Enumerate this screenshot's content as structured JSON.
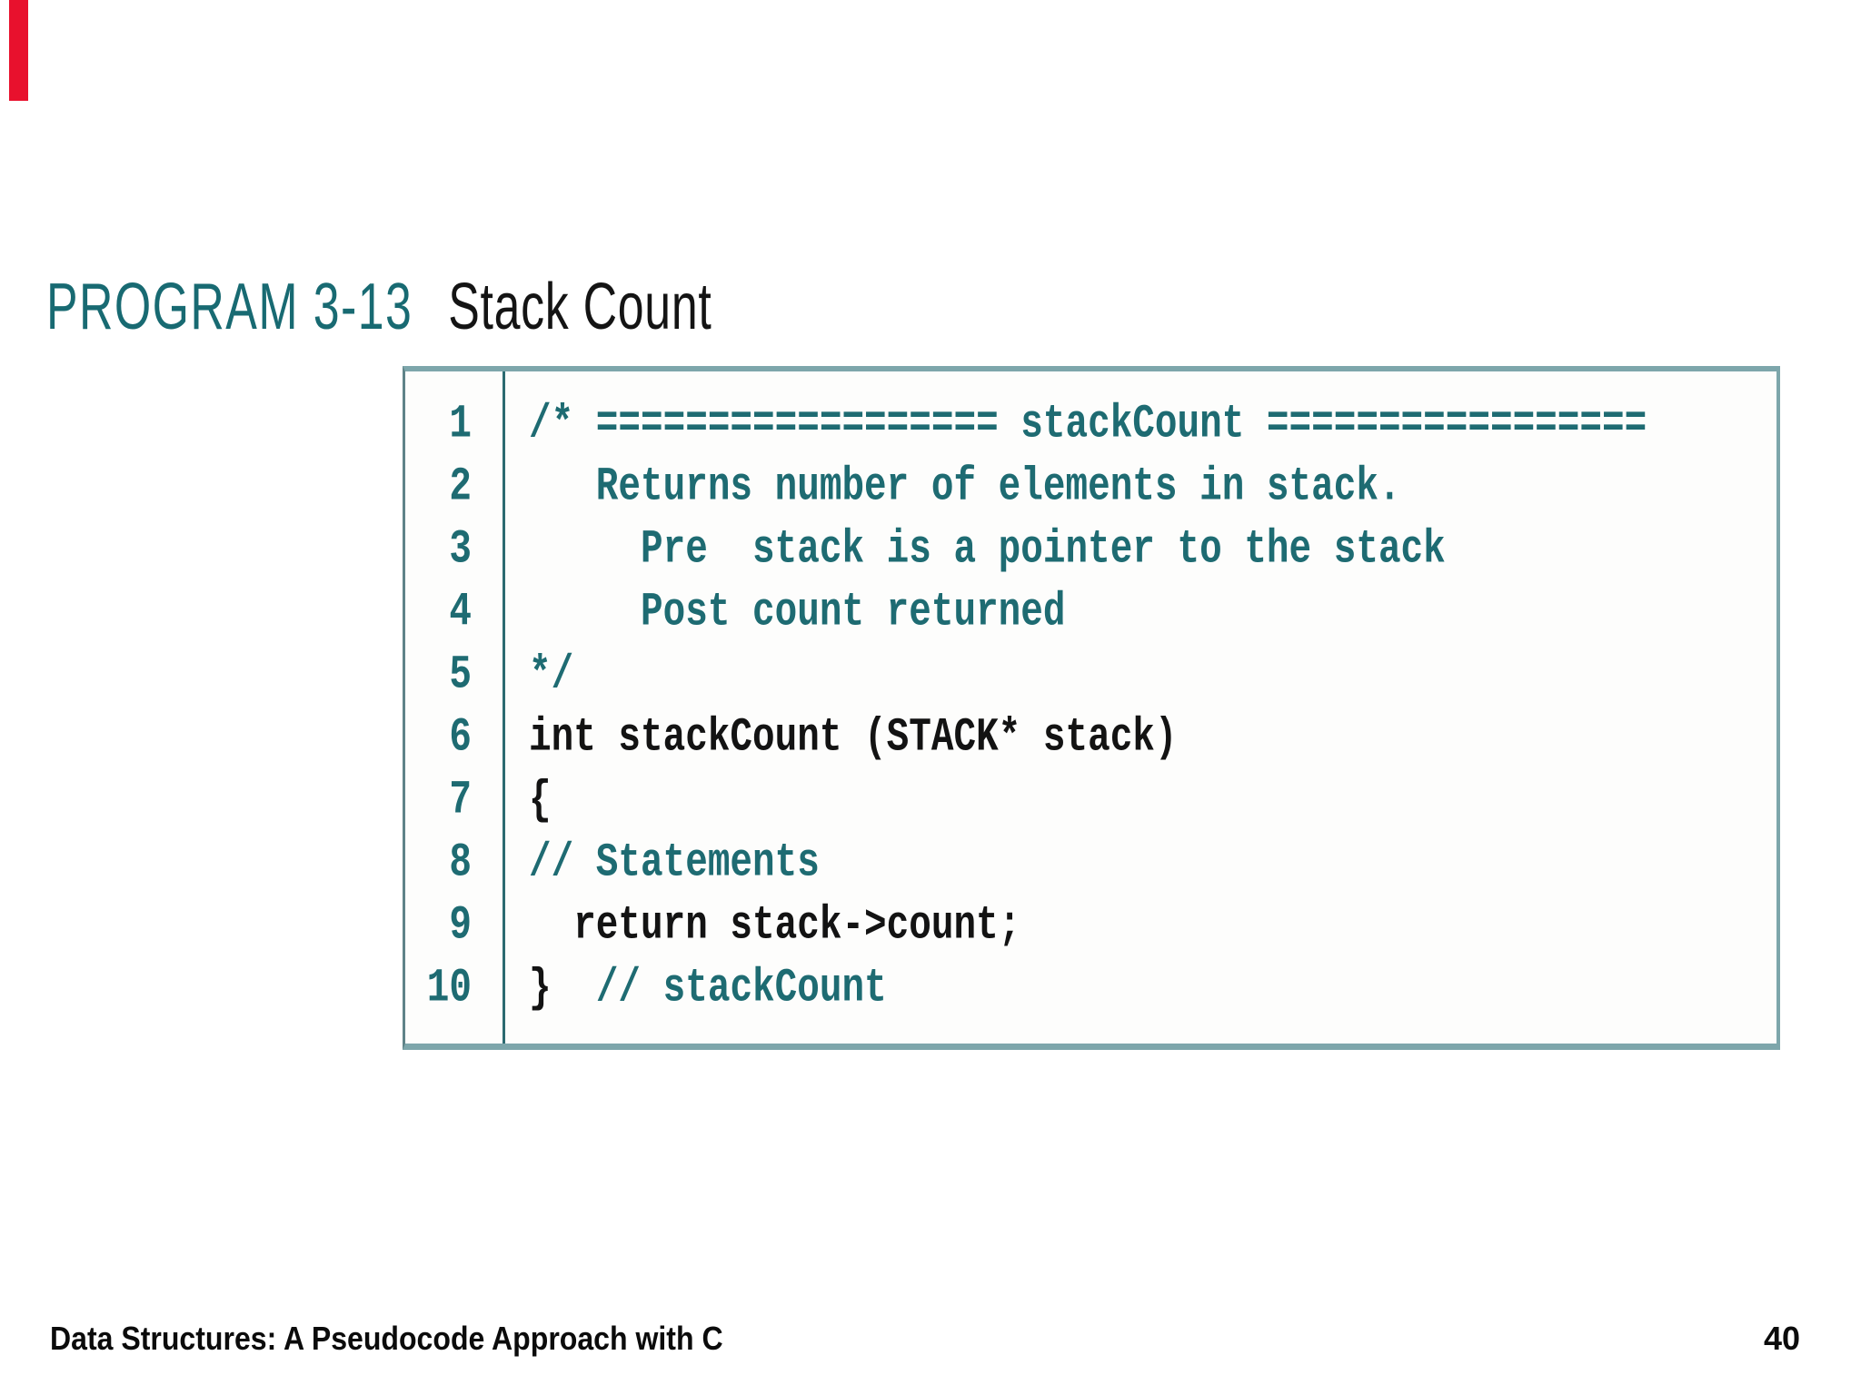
{
  "title": {
    "program_label": "PROGRAM 3-13",
    "program_name": "Stack Count"
  },
  "code_listing": {
    "lines": [
      {
        "number": "1",
        "segments": [
          {
            "type": "comment",
            "text": "/* ================== stackCount ================="
          }
        ]
      },
      {
        "number": "2",
        "segments": [
          {
            "type": "comment",
            "text": "   Returns number of elements in stack."
          }
        ]
      },
      {
        "number": "3",
        "segments": [
          {
            "type": "comment",
            "text": "     Pre  stack is a pointer to the stack"
          }
        ]
      },
      {
        "number": "4",
        "segments": [
          {
            "type": "comment",
            "text": "     Post count returned"
          }
        ]
      },
      {
        "number": "5",
        "segments": [
          {
            "type": "comment",
            "text": "*/"
          }
        ]
      },
      {
        "number": "6",
        "segments": [
          {
            "type": "code",
            "text": "int stackCount (STACK* stack)"
          }
        ]
      },
      {
        "number": "7",
        "segments": [
          {
            "type": "code",
            "text": "{"
          }
        ]
      },
      {
        "number": "8",
        "segments": [
          {
            "type": "comment",
            "text": "// Statements"
          }
        ]
      },
      {
        "number": "9",
        "segments": [
          {
            "type": "code",
            "text": "  return stack->count;"
          }
        ]
      },
      {
        "number": "10",
        "segments": [
          {
            "type": "code",
            "text": "}"
          },
          {
            "type": "comment",
            "text": "  // stackCount"
          }
        ]
      }
    ]
  },
  "footer": {
    "book_title": "Data Structures: A Pseudocode Approach with C",
    "page_number": "40"
  },
  "colors": {
    "comment_teal": "#1e6b72",
    "code_black": "#131313",
    "title_teal": "#186a72",
    "box_border": "#7da6ab",
    "divider_teal": "#2c6a71",
    "accent_red": "#e8112d"
  }
}
